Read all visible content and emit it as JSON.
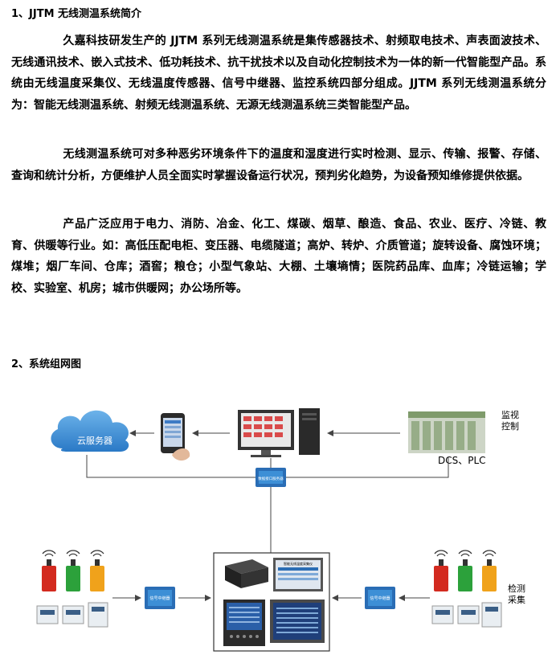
{
  "section1": {
    "heading": "1、JJTM 无线测温系统简介",
    "paragraphs": [
      "久嘉科技研发生产的 JJTM 系列无线测温系统是集传感器技术、射频取电技术、声表面波技术、无线通讯技术、嵌入式技术、低功耗技术、抗干扰技术以及自动化控制技术为一体的新一代智能型产品。系统由无线温度采集仪、无线温度传感器、信号中继器、监控系统四部分组成。JJTM 系列无线测温系统分为：智能无线测温系统、射频无线测温系统、无源无线测温系统三类智能型产品。",
      "无线测温系统可对多种恶劣环境条件下的温度和湿度进行实时检测、显示、传输、报警、存储、查询和统计分析，方便维护人员全面实时掌握设备运行状况，预判劣化趋势，为设备预知维修提供依据。",
      "产品广泛应用于电力、消防、冶金、化工、煤碳、烟草、酿造、食品、农业、医疗、冷链、教育、供暖等行业。如：高低压配电柜、变压器、电缆隧道；高炉、转炉、介质管道；旋转设备、腐蚀环境；煤堆；烟厂车间、仓库；酒窖；粮仓；小型气象站、大棚、土壤墒情；医院药品库、血库；冷链运输；学校、实验室、机房；城市供暖网；办公场所等。"
    ]
  },
  "section2": {
    "heading": "2、系统组网图",
    "diagram": {
      "cloud_label": "云服务器",
      "monitor_label_line1": "监视",
      "monitor_label_line2": "控制",
      "dcs_label": "DCS、PLC",
      "detect_label_line1": "检测",
      "detect_label_line2": "采集",
      "gateway_label": "数据接口服务器",
      "repeater_left_label": "信号中继器",
      "repeater_right_label": "信号中继器",
      "collector_label": "智能无线温度采集仪",
      "colors": {
        "cloud_blue": "#3d8fd6",
        "device_blue": "#2a6db5",
        "sensor_red": "#d32a1f",
        "sensor_green": "#2ca13b",
        "sensor_orange": "#f0a21b",
        "plc_green": "#7f9b6b"
      },
      "icons": [
        "cloud-icon",
        "phone-icon",
        "computer-icon",
        "plc-icon",
        "sensor-icon",
        "repeater-icon",
        "arrow-icon"
      ]
    }
  }
}
